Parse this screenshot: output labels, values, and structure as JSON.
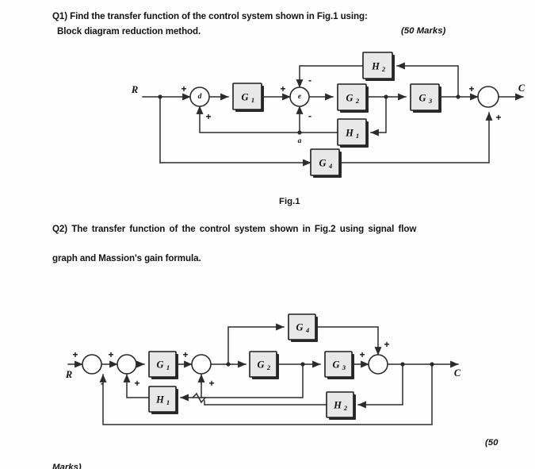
{
  "document": {
    "q1": {
      "line1": "Q1)  Find the transfer function of the control system shown in Fig.1 using:",
      "line2": "Block diagram reduction method.",
      "marks": "(50 Marks)"
    },
    "fig1_caption": "Fig.1",
    "q2": {
      "line1": "Q2) The transfer function of the control system shown in Fig.2 using signal flow",
      "line2": "graph and Massion's gain formula.",
      "marks": "(50",
      "marks_cut": "Marks)"
    }
  },
  "fig1": {
    "input_label": "R",
    "output_label": "C",
    "blocks": [
      {
        "id": "G1",
        "base": "G",
        "sub": "1"
      },
      {
        "id": "G2",
        "base": "G",
        "sub": "2"
      },
      {
        "id": "G3",
        "base": "G",
        "sub": "3"
      },
      {
        "id": "G4",
        "base": "G",
        "sub": "4"
      },
      {
        "id": "H1",
        "base": "H",
        "sub": "1"
      },
      {
        "id": "H2",
        "base": "H",
        "sub": "2"
      }
    ],
    "junctions": [
      {
        "id": "d",
        "label": "d",
        "signs": [
          "+",
          "+"
        ]
      },
      {
        "id": "e",
        "label": "e",
        "signs": [
          "+",
          "-",
          "-"
        ]
      },
      {
        "id": "out",
        "label": "",
        "signs": [
          "+",
          "+"
        ]
      }
    ],
    "node_labels": [
      {
        "id": "a",
        "label": "a"
      }
    ]
  },
  "fig2": {
    "input_label": "R",
    "output_label": "C",
    "blocks": [
      {
        "id": "G1",
        "base": "G",
        "sub": "1"
      },
      {
        "id": "G2",
        "base": "G",
        "sub": "2"
      },
      {
        "id": "G3",
        "base": "G",
        "sub": "3"
      },
      {
        "id": "G4",
        "base": "G",
        "sub": "4"
      },
      {
        "id": "H1",
        "base": "H",
        "sub": "1"
      },
      {
        "id": "H2",
        "base": "H",
        "sub": "2"
      }
    ],
    "junctions": [
      {
        "id": "s1",
        "signs": [
          "+",
          "-"
        ]
      },
      {
        "id": "s2",
        "signs": [
          "+",
          "+"
        ]
      },
      {
        "id": "s3",
        "signs": [
          "+",
          "+"
        ]
      },
      {
        "id": "s4",
        "signs": [
          "+",
          "+"
        ]
      }
    ]
  },
  "colors": {
    "block_fill": "#e8e8e8",
    "line": "#2b2b2b",
    "text": "#131313",
    "page_bg": "#fefefe"
  }
}
